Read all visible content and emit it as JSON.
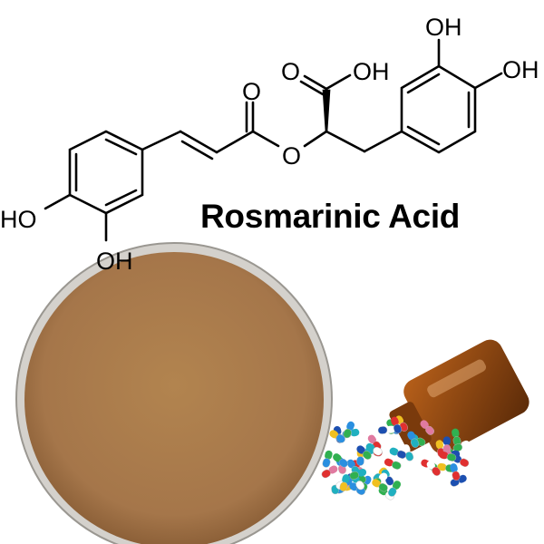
{
  "title": "Rosmarinic Acid",
  "structure": {
    "atoms": {
      "ho_left": "HO",
      "oh_bottom": "OH",
      "o_carbonyl": "O",
      "o_ester": "O",
      "o_acid": "O",
      "oh_acid": "OH",
      "oh_top": "OH",
      "oh_right": "OH"
    }
  },
  "colors": {
    "powder": "#a7794a",
    "dish_rim": "#c9c6c0",
    "bottle": "#8a4410"
  }
}
